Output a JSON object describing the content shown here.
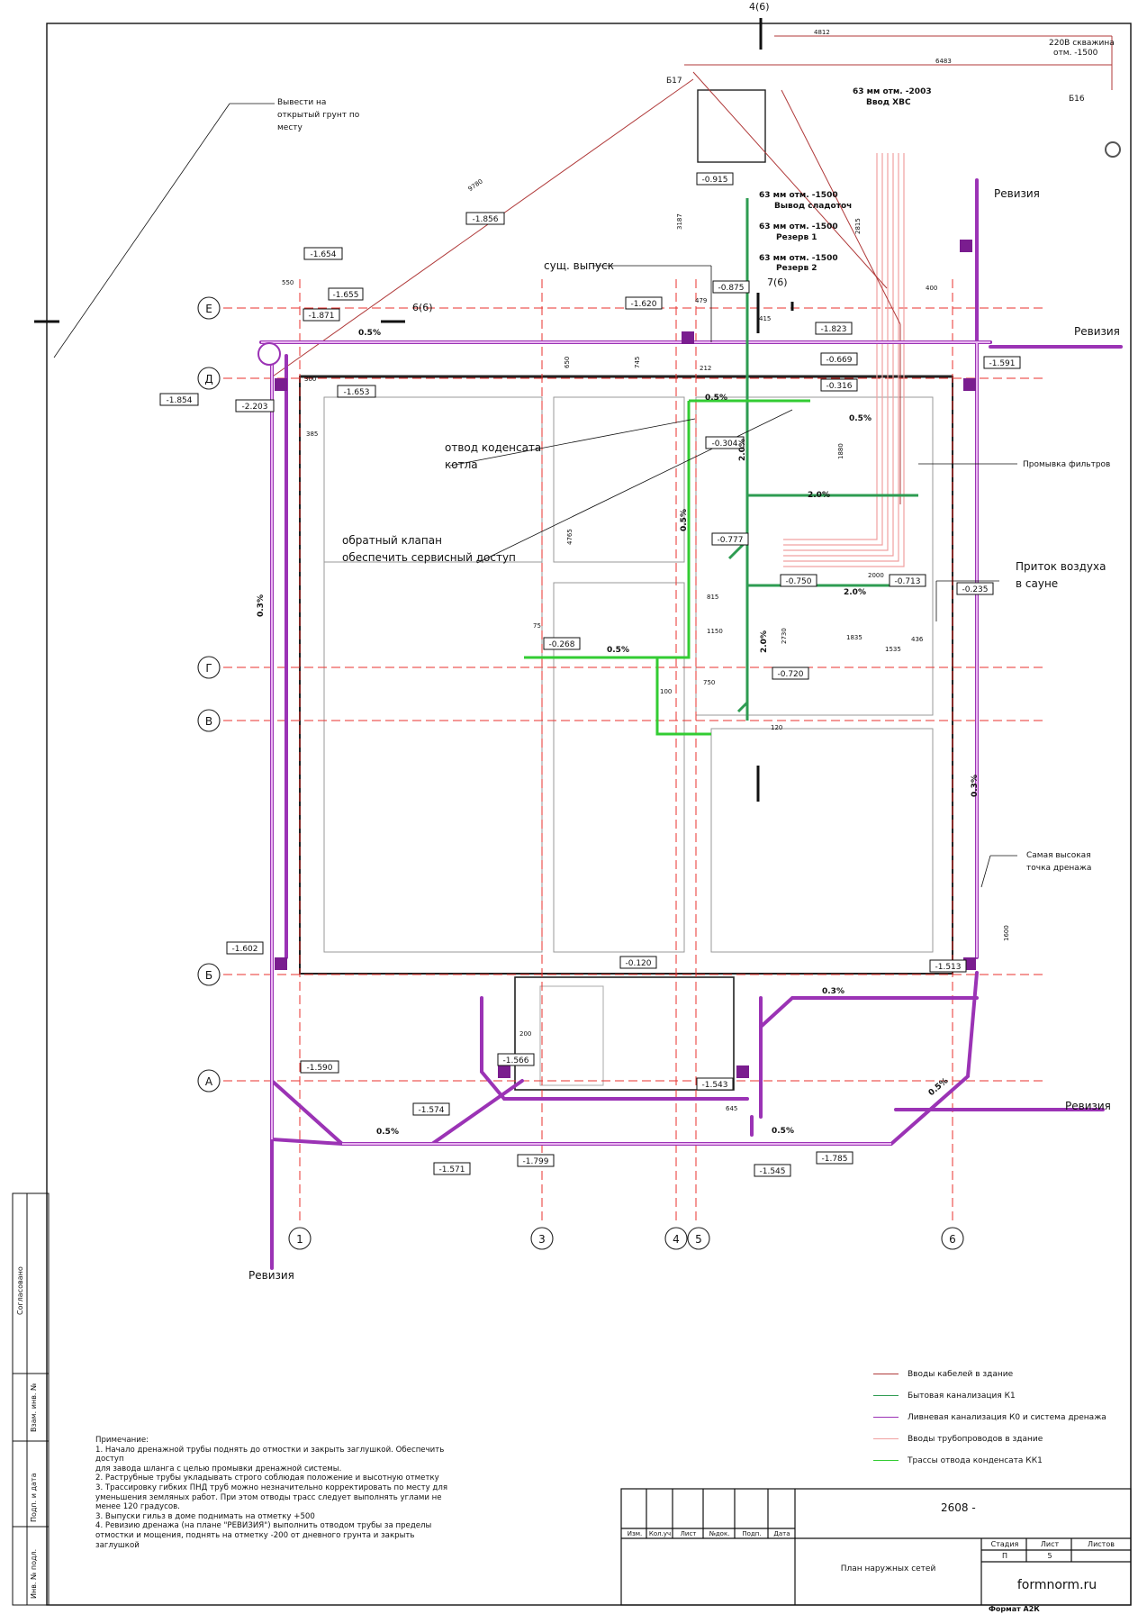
{
  "section_markers": {
    "top": "4(6)",
    "mid_left": "6(6)",
    "mid_right": "7(6)"
  },
  "axes": {
    "rows": [
      "Е",
      "Д",
      "Г",
      "В",
      "Б",
      "А"
    ],
    "cols": [
      "1",
      "3",
      "4",
      "5",
      "6"
    ]
  },
  "elevations": {
    "e1654": "-1.654",
    "e1655": "-1.655",
    "e1871": "-1.871",
    "e1854": "-1.854",
    "e2203": "-2.203",
    "e1653": "-1.653",
    "e1856": "-1.856",
    "e0915": "-0.915",
    "e0875": "-0.875",
    "e1620": "-1.620",
    "e1823": "-1.823",
    "e0669": "-0.669",
    "e0316": "-0.316",
    "e1591": "-1.591",
    "e0304": "-0.304",
    "e0777": "-0.777",
    "e0750": "-0.750",
    "e0713": "-0.713",
    "e0235": "-0.235",
    "e0268": "-0.268",
    "e0720": "-0.720",
    "e1602": "-1.602",
    "e0120": "-0.120",
    "e1513": "-1.513",
    "e1590": "-1.590",
    "e1566": "-1.566",
    "e1543": "-1.543",
    "e1574": "-1.574",
    "e1571": "-1.571",
    "e1799": "-1.799",
    "e1545": "-1.545",
    "e1785": "-1.785"
  },
  "labels": {
    "open_ground": [
      "Вывести на",
      "открытый грунт по",
      "месту"
    ],
    "well": [
      "220В скважина",
      "отм. -1500"
    ],
    "hvs": [
      "63 мм отм. -2003",
      "Ввод ХВС"
    ],
    "out1": [
      "63 мм отм. -1500",
      "Вывод сладоточ"
    ],
    "res1": [
      "63 мм отм. -1500",
      "Резерв 1"
    ],
    "res2": [
      "63 мм отм. -1500",
      "Резерв 2"
    ],
    "existing_outlet": "сущ. выпуск",
    "condensate": [
      "отвод коденсата",
      "котла"
    ],
    "check_valve": [
      "обратный клапан",
      "обеспечить сервисный доступ"
    ],
    "filter_wash": "Промывка фильтров",
    "sauna_air": [
      "Приток воздуха",
      "в сауне"
    ],
    "highest_point": [
      "Самая высокая",
      "точка дренажа"
    ],
    "revision": "Ревизия",
    "b17": "Б17",
    "b16": "Б16"
  },
  "slopes": {
    "s05": "0.5%",
    "s03": "0.3%",
    "s20": "2.0%"
  },
  "dims": [
    "4812",
    "6483",
    "9780",
    "3187",
    "2815",
    "550",
    "385",
    "650",
    "745",
    "415",
    "4765",
    "1150",
    "815",
    "1880",
    "2000",
    "1835",
    "1535",
    "2730",
    "436",
    "750",
    "100",
    "200",
    "1600",
    "400",
    "300",
    "120",
    "75",
    "212",
    "479",
    "645"
  ],
  "legend": [
    {
      "label": "Вводы кабелей в здание",
      "color": "#b03a3a"
    },
    {
      "label": "Бытовая канализация К1",
      "color": "#2e9c52"
    },
    {
      "label": "Ливневая канализация К0 и система дренажа",
      "color": "#9b33b5"
    },
    {
      "label": "Вводы трубопроводов в здание",
      "color": "#f0a0a0"
    },
    {
      "label": "Трассы отвода конденсата КК1",
      "color": "#33cc33"
    }
  ],
  "notes": [
    "Примечание:",
    "1. Начало дренажной трубы поднять до отмостки и закрыть заглушкой. Обеспечить",
    "доступ",
    "для завода шланга с целью промывки дренажной системы.",
    "2. Раструбные трубы укладывать строго соблюдая положение и высотную отметку",
    "3. Трассировку гибких ПНД труб можно незначительно корректировать по месту для",
    "уменьшения земляных работ. При этом отводы трасс следует выполнять углами не",
    "менее 120 градусов.",
    "3. Выпуски гильз в доме поднимать на отметку +500",
    "4. Ревизию дренажа (на плане \"РЕВИЗИЯ\") выполнить отводом трубы за пределы",
    "отмостки и мощения, поднять на отметку -200 от дневного грунта и закрыть",
    "заглушкой"
  ],
  "stamp_side": [
    "Согласовано",
    "Взам. инв. №",
    "Подп. и дата",
    "Инв. № подл."
  ],
  "title_block": {
    "code": "2608 -",
    "cols": [
      "Изм.",
      "Кол.уч",
      "Лист",
      "№док.",
      "Подп.",
      "Дата"
    ],
    "title": "План наружных сетей",
    "stage_h": "Стадия",
    "sheet_h": "Лист",
    "sheets_h": "Листов",
    "stage": "П",
    "sheet": "5",
    "sheets": "",
    "org": "formnorm.ru",
    "format": "Формат А2К"
  },
  "colors": {
    "purple": "#9b33b5",
    "green": "#2e9c52",
    "lightgreen": "#33cc33",
    "darkred": "#b03a3a",
    "pink": "#f0a0a0",
    "red": "#e8322e"
  }
}
